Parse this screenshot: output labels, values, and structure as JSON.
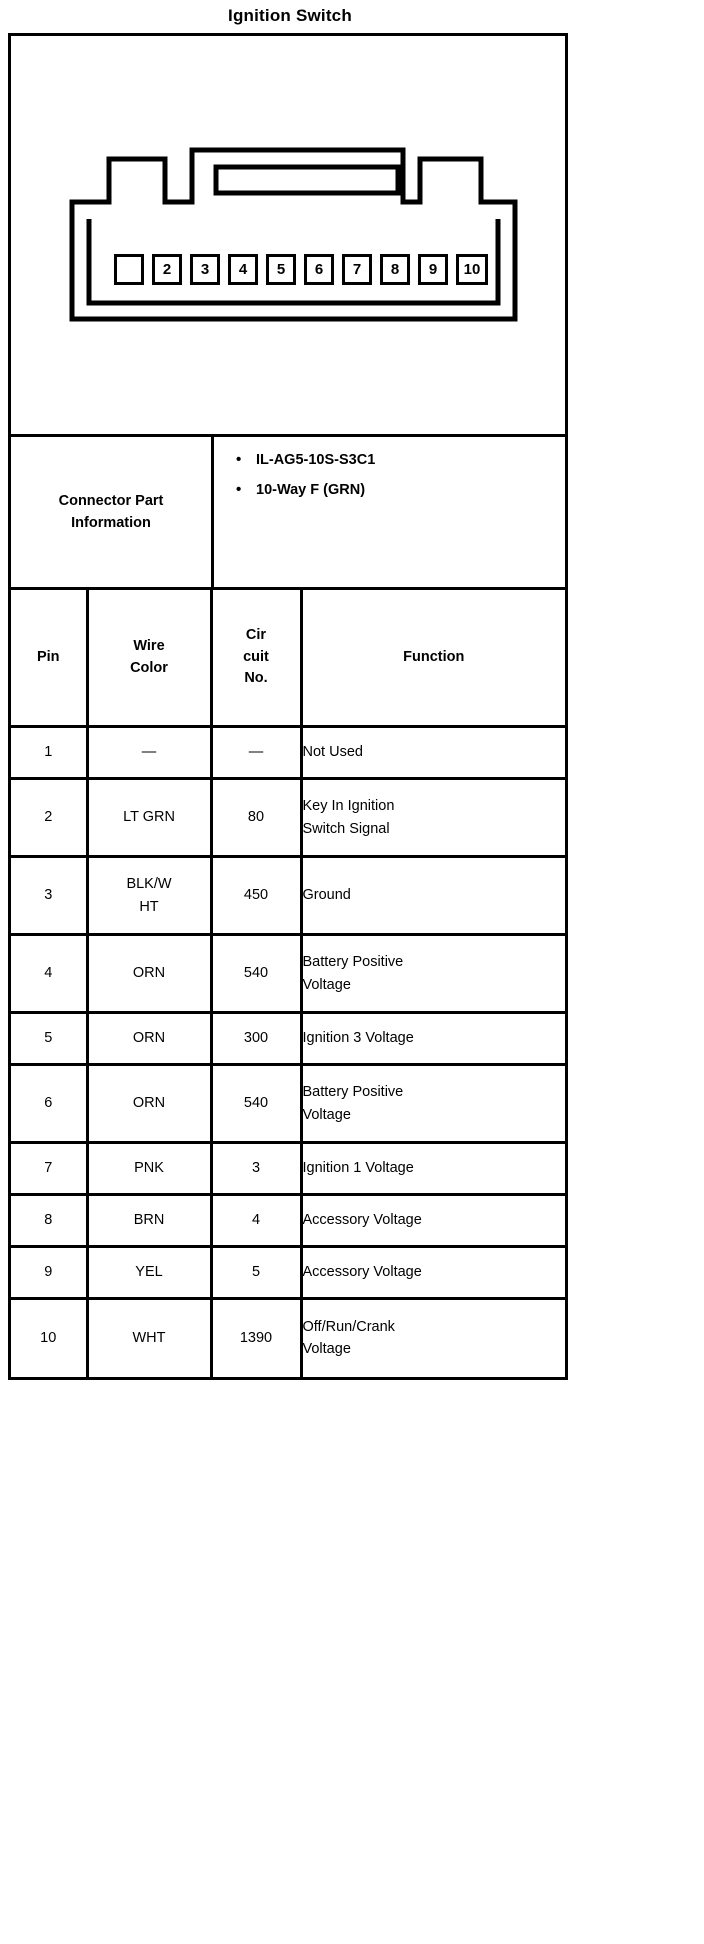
{
  "title": "Ignition Switch",
  "connector": {
    "pin_labels": [
      "",
      "2",
      "3",
      "4",
      "5",
      "6",
      "7",
      "8",
      "9",
      "10"
    ],
    "pin1_blank": true,
    "total_pins": 10
  },
  "connector_part_information": {
    "label": "Connector Part\nInformation",
    "bullet_glyph": "•",
    "items": [
      "IL-AG5-10S-S3C1",
      "10-Way F (GRN)"
    ]
  },
  "pin_table": {
    "headers": {
      "pin": "Pin",
      "wire_color": "Wire\nColor",
      "circuit_no": "Cir\ncuit\nNo.",
      "function": "Function"
    },
    "rows": [
      {
        "pin": "1",
        "wire_color": "—",
        "circuit_no": "—",
        "function": "Not Used",
        "tall": false
      },
      {
        "pin": "2",
        "wire_color": "LT GRN",
        "circuit_no": "80",
        "function": "Key In Ignition\nSwitch Signal",
        "tall": true
      },
      {
        "pin": "3",
        "wire_color": "BLK/W\nHT",
        "circuit_no": "450",
        "function": "Ground",
        "tall": true
      },
      {
        "pin": "4",
        "wire_color": "ORN",
        "circuit_no": "540",
        "function": "Battery Positive\nVoltage",
        "tall": true
      },
      {
        "pin": "5",
        "wire_color": "ORN",
        "circuit_no": "300",
        "function": "Ignition 3 Voltage",
        "tall": false
      },
      {
        "pin": "6",
        "wire_color": "ORN",
        "circuit_no": "540",
        "function": "Battery Positive\nVoltage",
        "tall": true
      },
      {
        "pin": "7",
        "wire_color": "PNK",
        "circuit_no": "3",
        "function": "Ignition 1 Voltage",
        "tall": false
      },
      {
        "pin": "8",
        "wire_color": "BRN",
        "circuit_no": "4",
        "function": "Accessory Voltage",
        "tall": false
      },
      {
        "pin": "9",
        "wire_color": "YEL",
        "circuit_no": "5",
        "function": "Accessory Voltage",
        "tall": false
      },
      {
        "pin": "10",
        "wire_color": "WHT",
        "circuit_no": "1390",
        "function": "Off/Run/Crank\nVoltage",
        "tall": true
      }
    ]
  },
  "colors": {
    "ink": "#000000",
    "paper": "#ffffff"
  }
}
